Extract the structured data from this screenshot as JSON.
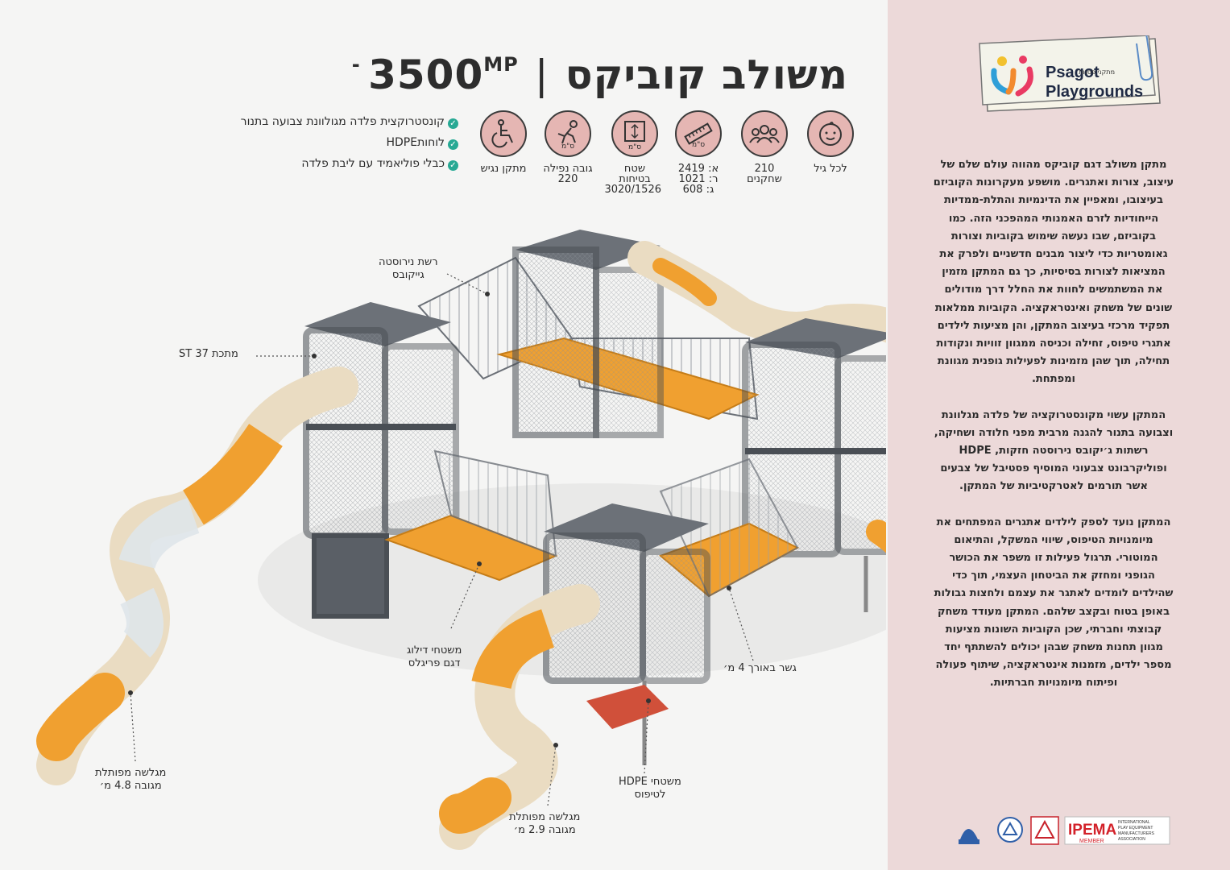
{
  "brand": {
    "name_line1": "Psagot",
    "name_line2": "Playgrounds",
    "hebrew_small": "מתקני פסגות"
  },
  "header": {
    "title": "משולב קוביקס",
    "separator": "|",
    "model_number": "3500",
    "model_prefix": "MP -"
  },
  "features": [
    {
      "icon": "baby-face-icon",
      "label": "לכל גיל"
    },
    {
      "icon": "group-icon",
      "label": "210 שחקנים"
    },
    {
      "icon": "ruler-icon",
      "unit": "ס\"מ",
      "label_line1": "א: 2419",
      "label_line2": "ר: 1021",
      "label_line3": "ג: 608"
    },
    {
      "icon": "safety-area-icon",
      "unit": "ס\"מ",
      "label_line1": "שטח בטיחות",
      "label_line2": "3020/1526"
    },
    {
      "icon": "falling-person-icon",
      "unit": "ס\"מ",
      "label_line1": "גובה נפילה",
      "label_line2": "220"
    },
    {
      "icon": "wheelchair-icon",
      "label": "מתקן נגיש"
    }
  ],
  "checklist": [
    "קונסטרוקצית פלדה מגולוונת צבועה בתנור",
    "לוחותHDPE",
    "כבלי פוליאמיד עם ליבת פלדה"
  ],
  "description": [
    "מתקן משולב דגם קוביקס מהווה עולם שלם של עיצוב, צורות ואתגרים. מושפע מעקרונות הקוביזם בעיצובו, ומאפיין את הדינמיות והתלת-ממדיות הייחודיות לזרם האמנותי המהפכני הזה. כמו בקוביזם, שבו נעשה שימוש בקוביות וצורות גאומטריות כדי ליצור מבנים חדשניים ולפרק את המציאות לצורות בסיסיות, כך גם המתקן מזמין את המשתמשים לחוות את החלל דרך מודולים שונים של משחק ואינטראקציה. הקוביות ממלאות תפקיד מרכזי בעיצוב המתקן, והן מציעות לילדים אתגרי טיפוס, זחילה וכניסה ממגוון זוויות ונקודות תחילה, תוך שהן מזמינות לפעילות גופנית מגוונת ומפתחת.",
    "המתקן עשוי מקונסטרוקציה של פלדה מגלוונת וצבועה בתנור להגנה מרבית מפני חלודה ושחיקה, רשתות ג׳יקובס נירוסטה חזקות, HDPE ופוליקרבונט צבעוני המוסיף פסטיבל של צבעים אשר תורמים לאטרקטיביות של המתקן.",
    "המתקן נועד לספק לילדים אתגרים המפתחים את מיומנויות הטיפוס, שיווי המשקל, והתיאום המוטורי. תרגול פעילות זו משפר את הכושר הגופני ומחזק את הביטחון העצמי, תוך כדי שהילדים לומדים לאתגר את עצמם ולחצות גבולות באופן בטוח ובקצב שלהם. המתקן מעודד משחק קבוצתי וחברתי, שכן הקוביות השונות מציעות מגוון תחנות משחק שבהן יכולים להשתתף יחד מספר ילדים, מזמנות אינטראקציה, שיתוף פעולה ופיתוח מיומנויות חברתיות."
  ],
  "callouts": {
    "net": [
      "רשת נירוסטה",
      "גייקובס"
    ],
    "climber": [
      "מתכת ST 37"
    ],
    "jump": [
      "משטחי דילוג",
      "דגם פריגלס"
    ],
    "bridge": [
      "גשר באורך 4 מ׳"
    ],
    "slide_big": [
      "מגלשה מפותלת",
      "מגובה 4.8 מ׳"
    ],
    "slide_small": [
      "מגלשה מפותלת",
      "מגובה 2.9 מ׳"
    ],
    "hdpe": [
      "משטחי HDPE",
      "לטיפוס"
    ]
  },
  "badges": {
    "ipema_line1": "IPEMA",
    "ipema_line2": "MEMBER",
    "ipema_side1": "INTERNATIONAL",
    "ipema_side2": "PLAY EQUIPMENT",
    "ipema_side3": "MANUFACTURERS",
    "ipema_side4": "ASSOCIATION"
  },
  "colors": {
    "sidebar": "#ecd9d9",
    "icon_fill": "#e5b6b3",
    "accent_orange": "#f0a030",
    "cream": "#eadcc2",
    "frame": "#4a4f55",
    "check": "#27a994"
  }
}
